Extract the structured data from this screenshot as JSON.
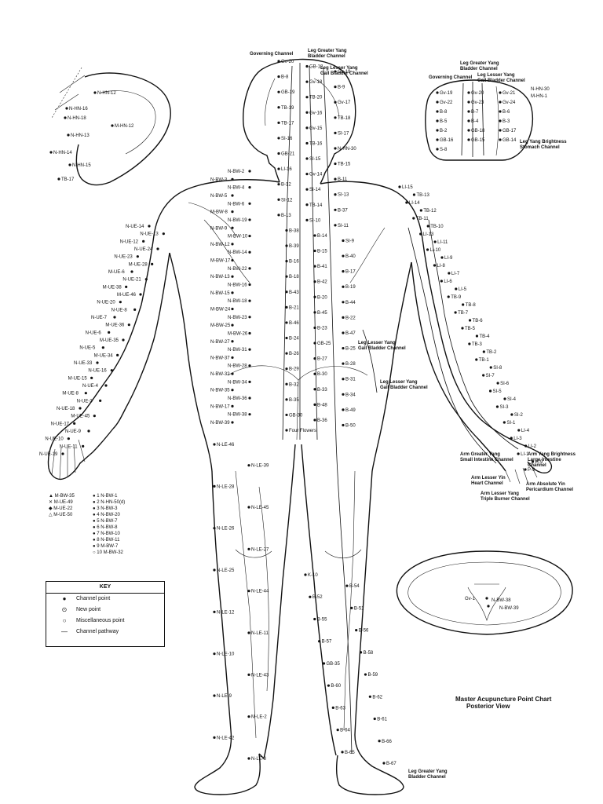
{
  "top_labels": {
    "governing_channel": "Governing Channel",
    "leg_greater_yang_bladder": [
      "Leg Greater Yang",
      "Bladder Channel"
    ],
    "leg_lesser_yang_gall": [
      "Leg Lesser Yang",
      "Gall Bladder Channel"
    ]
  },
  "head_inset_labels": {
    "leg_greater_yang_bladder": [
      "Leg Greater Yang",
      "Bladder Channel"
    ],
    "leg_lesser_yang_gall": [
      "Leg Lesser Yang",
      "Gall Bladder Channel"
    ],
    "governing_channel": "Governing Channel",
    "n_hn_30": "N-HN-30",
    "m_hn_1": "M-HN-1",
    "stomach": [
      "Leg Yang Brightness",
      "Stomach Channel"
    ],
    "points": [
      "Gv-19",
      "Gv-20",
      "Gv-21",
      "Gv-22",
      "Gv-23",
      "Gv-24",
      "B-8",
      "B-7",
      "B-6",
      "B-5",
      "B-4",
      "B-3",
      "B-2",
      "GB-18",
      "GB-17",
      "GB-16",
      "GB-15",
      "GB-14",
      "S-8"
    ]
  },
  "ear_labels": [
    "N-HN-12",
    "N-HN-16",
    "N-HN-18",
    "M-HN-12",
    "N-HN-13",
    "N-HN-14",
    "N-HN-15",
    "TB-17"
  ],
  "body_labels_left": [
    "N-UE-14",
    "N-UE-13",
    "N-UE-12",
    "N-UE-24",
    "N-UE-23",
    "M-UE-28",
    "M-UE-6",
    "N-UE-21",
    "M-UE-38",
    "M-UE-46",
    "N-UE-20",
    "N-UE-8",
    "N-UE-7",
    "M-UE-36",
    "N-UE-6",
    "M-UE-35",
    "N-UE-5",
    "M-UE-34",
    "N-UE-33",
    "N-UE-16",
    "M-UE-15",
    "N-UE-4",
    "M-UE-8",
    "N-UE-3",
    "N-UE-18",
    "M-UE-45",
    "N-UE-17",
    "N-UE-9",
    "N-UE-10",
    "N-UE-11",
    "N-UE-19"
  ],
  "body_labels_back": [
    "Gv-20",
    "GB-18",
    "Gv-19",
    "B-8",
    "Gv-18",
    "B-9",
    "GB-19",
    "TB-20",
    "Gv-17",
    "TB-19",
    "Gv-16",
    "TB-18",
    "TB-17",
    "Gv-15",
    "SI-17",
    "SI-16",
    "TB-16",
    "N-HN-30",
    "GB-21",
    "SI-15",
    "TB-15",
    "LI-16",
    "Gv-14",
    "B-11",
    "B-12",
    "SI-14",
    "SI-13",
    "SI-12",
    "TB-14",
    "B-37",
    "B-13",
    "SI-10",
    "SI-11",
    "B-38",
    "B-14",
    "SI-9",
    "B-39",
    "B-15",
    "B-40",
    "B-16",
    "B-41",
    "B-17",
    "B-18",
    "B-42",
    "B-19",
    "B-43",
    "B-20",
    "B-44",
    "B-21",
    "B-45",
    "B-22",
    "B-46",
    "B-23",
    "B-47",
    "B-24",
    "GB-25",
    "B-25",
    "B-26",
    "B-27",
    "B-28",
    "B-29",
    "B-30",
    "B-31",
    "B-32",
    "B-33",
    "B-34",
    "B-35",
    "B-48",
    "B-49",
    "GB-30",
    "B-36",
    "B-50",
    "Four Flowers"
  ],
  "body_labels_bw": [
    "N-BW-2",
    "N-BW-3",
    "N-BW-4",
    "N-BW-5",
    "N-BW-6",
    "M-BW-8",
    "N-BW-19",
    "N-BW-9",
    "M-BW-10",
    "N-BW-12",
    "N-BW-14",
    "M-BW-17",
    "N-BW-22",
    "N-BW-13",
    "N-BW-16",
    "N-BW-15",
    "N-BW-18",
    "M-BW-24",
    "N-BW-23",
    "M-BW-25",
    "M-BW-26",
    "N-BW-27",
    "N-BW-31",
    "N-BW-37",
    "N-BW-28",
    "N-BW-32",
    "N-BW-34",
    "N-BW-35",
    "N-BW-36",
    "N-BW-17",
    "N-BW-38",
    "N-BW-39"
  ],
  "body_labels_right": [
    "LI-15",
    "TB-13",
    "LI-14",
    "TB-12",
    "TB-11",
    "TB-10",
    "LI-13",
    "LI-11",
    "LI-10",
    "LI-9",
    "LI-8",
    "LI-7",
    "LI-6",
    "LI-5",
    "TB-9",
    "TB-8",
    "TB-7",
    "TB-6",
    "TB-5",
    "TB-4",
    "TB-3",
    "TB-2",
    "TB-1",
    "SI-8",
    "SI-7",
    "SI-6",
    "SI-5",
    "SI-4",
    "SI-3",
    "SI-2",
    "SI-1",
    "LI-4",
    "LI-3",
    "LI-2",
    "LI-1",
    "H-9",
    "P-9"
  ],
  "right_channel_labels": {
    "small_intestine": [
      "Arm Greater Yang",
      "Small Intestine Channel"
    ],
    "large_intestine": [
      "Arm Yang Brightness",
      "Large Intestine",
      "Channel"
    ],
    "heart": [
      "Arm Lesser Yin",
      "Heart Channel"
    ],
    "pericardium": [
      "Arm Absolute Yin",
      "Pericardium Channel"
    ],
    "triple_burner": [
      "Arm Lesser Yang",
      "Triple Burner Channel"
    ],
    "gall_bladder_mid": [
      "Leg Lesser Yang",
      "Gall Bladder Channel"
    ],
    "gall_bladder_hip": [
      "Leg Lesser Yang",
      "Gall Bladder Channel"
    ],
    "bladder_foot": [
      "Leg Greater Yang",
      "Bladder Channel"
    ]
  },
  "leg_labels": [
    "N-LE-46",
    "N-LE-39",
    "N-LE-28",
    "N-LE-45",
    "N-LE-26",
    "N-LE-27",
    "N-LE-25",
    "N-LE-44",
    "N-LE-12",
    "N-LE-11",
    "N-LE-10",
    "N-LE-43",
    "N-LE-9",
    "M-LE-2",
    "N-LE-42",
    "N-LE-8",
    "K-10",
    "B-54",
    "B-52",
    "B-51",
    "B-55",
    "B-56",
    "B-57",
    "B-58",
    "GB-35",
    "B-59",
    "B-60",
    "B-62",
    "B-63",
    "B-61",
    "B-64",
    "B-66",
    "B-65",
    "B-67"
  ],
  "cross_section": {
    "labels": [
      "Gv-1",
      "N-BW-38",
      "N-BW-39"
    ]
  },
  "symbol_legend": {
    "left": [
      {
        "sym": "▲",
        "text": "M-BW-35"
      },
      {
        "sym": "✕",
        "text": "M-UE-49"
      },
      {
        "sym": "◆",
        "text": "M-UE-22"
      },
      {
        "sym": "△",
        "text": "M-UE-50"
      }
    ],
    "right": [
      {
        "sym": "●",
        "num": "1",
        "text": "N-BW-1"
      },
      {
        "sym": "●",
        "num": "2",
        "text": "N-HN-50(d)"
      },
      {
        "sym": "●",
        "num": "3",
        "text": "N-BW-3"
      },
      {
        "sym": "●",
        "num": "4",
        "text": "N-BW-20"
      },
      {
        "sym": "●",
        "num": "5",
        "text": "N-BW-7"
      },
      {
        "sym": "●",
        "num": "6",
        "text": "N-BW-8"
      },
      {
        "sym": "●",
        "num": "7",
        "text": "N-BW-10"
      },
      {
        "sym": "●",
        "num": "8",
        "text": "N-BW-11"
      },
      {
        "sym": "●",
        "num": "9",
        "text": "M-BW-7"
      },
      {
        "sym": "○",
        "num": "10",
        "text": "M-BW-32"
      }
    ]
  },
  "key": {
    "title": "KEY",
    "rows": [
      {
        "sym": "●",
        "label": "Channel point"
      },
      {
        "sym": "⊙",
        "label": "New point"
      },
      {
        "sym": "○",
        "label": "Miscellaneous point"
      },
      {
        "sym": "—",
        "label": "Channel pathway"
      }
    ]
  },
  "chart_title": [
    "Master Acupuncture Point Chart",
    "Posterior View"
  ]
}
